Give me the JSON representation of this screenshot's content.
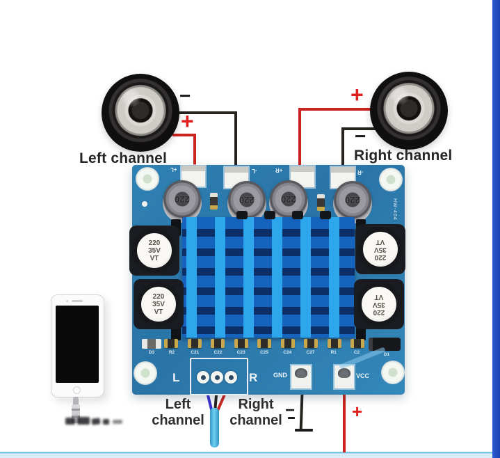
{
  "top": {
    "left_speaker_label": "Left channel",
    "right_speaker_label": "Right channel",
    "left_minus": "−",
    "left_plus": "+",
    "right_plus": "+",
    "right_minus": "−"
  },
  "board": {
    "terminal_labels": [
      "+L",
      "-L",
      "+R",
      "-R"
    ],
    "inductor_values": [
      "220",
      "220",
      "220",
      "220"
    ],
    "capacitor_lines": [
      "220",
      "35V",
      "VT"
    ],
    "smd_labels": [
      "D3",
      "R2",
      "C21",
      "C22",
      "C23",
      "C25",
      "C24",
      "C27",
      "R1",
      "C2",
      "D1"
    ],
    "audio_left": "L",
    "audio_right": "R",
    "gnd_label": "GND",
    "vcc_label": "VCC",
    "side_text": "HW-404"
  },
  "bottom": {
    "left_channel_line1": "Left",
    "left_channel_line2": "channel",
    "right_channel_line1": "Right",
    "right_channel_line2": "channel",
    "gnd_minus": "−",
    "vcc_plus": "+"
  },
  "colors": {
    "pcb_blue": "#2e7fb2",
    "heatsink_fin": "#2ea6ec",
    "wire_red": "#cc2420",
    "wire_black": "#26231f",
    "audio_cable_cyan": "#45b4e0",
    "right_stripe_blue": "#1d4fc6",
    "bottom_bar_blue": "#d8edf8"
  }
}
